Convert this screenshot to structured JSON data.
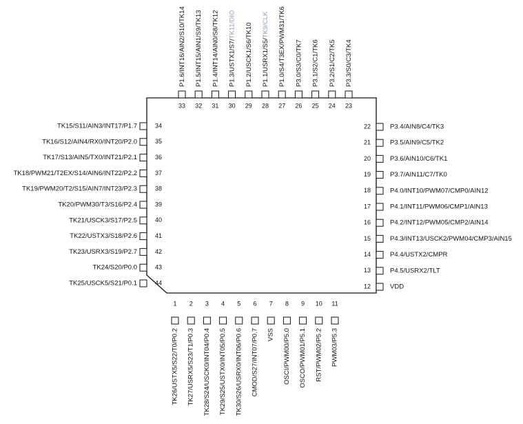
{
  "colors": {
    "line": "#111111",
    "text": "#111111",
    "highlight_text": "#8aa0b8",
    "background": "#ffffff"
  },
  "pins_left": [
    {
      "num": "34",
      "label": "TK15/S11/AIN3/INT17/P1.7"
    },
    {
      "num": "35",
      "label": "TK16/S12/AIN4/RX0/INT20/P2.0"
    },
    {
      "num": "36",
      "label": "TK17/S13/AIN5/TX0/INT21/P2.1"
    },
    {
      "num": "37",
      "label": "TK18/PWM21/T2EX/S14/AIN6/INT22/P2.2"
    },
    {
      "num": "38",
      "label": "TK19/PWM20/T2/S15/AIN7/INT23/P2.3"
    },
    {
      "num": "39",
      "label": "TK20/PWM30/T3/S16/P2.4"
    },
    {
      "num": "40",
      "label": "TK21/USCK3/S17/P2.5"
    },
    {
      "num": "41",
      "label": "TK22/USTX3/S18/P2.6"
    },
    {
      "num": "42",
      "label": "TK23/USRX3/S19/P2.7"
    },
    {
      "num": "43",
      "label": "TK24/S20/P0.0"
    },
    {
      "num": "44",
      "label": "TK25/USCK5/S21/P0.1"
    }
  ],
  "pins_right": [
    {
      "num": "22",
      "label": "P3.4/AIN8/C4/TK3"
    },
    {
      "num": "21",
      "label": "P3.5/AIN9/C5/TK2"
    },
    {
      "num": "20",
      "label": "P3.6/AIN10/C6/TK1"
    },
    {
      "num": "19",
      "label": "P3.7/AIN11/C7/TK0"
    },
    {
      "num": "18",
      "label": "P4.0/INT10/PWM07/CMP0/AIN12"
    },
    {
      "num": "17",
      "label": "P4.1/INT11/PWM06/CMP1/AIN13"
    },
    {
      "num": "16",
      "label": "P4.2/INT12/PWM05/CMP2/AIN14"
    },
    {
      "num": "15",
      "label": "P4.3/INT13/USCK2/PWM04/CMP3/AIN15"
    },
    {
      "num": "14",
      "label": "P4.4/USTX2/CMPR"
    },
    {
      "num": "13",
      "label": "P4.5/USRX2/TLT"
    },
    {
      "num": "12",
      "label": "VDD"
    }
  ],
  "pins_top": [
    {
      "num": "33",
      "parts": [
        {
          "text": "P1.6/INT16/AIN2/S10/TK14",
          "hl": false
        }
      ]
    },
    {
      "num": "32",
      "parts": [
        {
          "text": "P1.5/INT15/AIN1/S9/TK13",
          "hl": false
        }
      ]
    },
    {
      "num": "31",
      "parts": [
        {
          "text": "P1.4/INT14/AIN0/S8/TK12",
          "hl": false
        }
      ]
    },
    {
      "num": "30",
      "parts": [
        {
          "text": "P1.3/USTX1/S7/",
          "hl": false
        },
        {
          "text": "TK11/DIO",
          "hl": true
        }
      ]
    },
    {
      "num": "29",
      "parts": [
        {
          "text": "P1.2/USCK1/S6/TK10",
          "hl": false
        }
      ]
    },
    {
      "num": "28",
      "parts": [
        {
          "text": "P1.1/USRX1/S5/",
          "hl": false
        },
        {
          "text": "TK9/CLK",
          "hl": true
        }
      ]
    },
    {
      "num": "27",
      "parts": [
        {
          "text": "P1.0/S4/T3EX/PWM31/TK6",
          "hl": false
        }
      ]
    },
    {
      "num": "26",
      "parts": [
        {
          "text": "P3.0/S3/C0/TK7",
          "hl": false
        }
      ]
    },
    {
      "num": "25",
      "parts": [
        {
          "text": "P3.1/S2/C1/TK6",
          "hl": false
        }
      ]
    },
    {
      "num": "24",
      "parts": [
        {
          "text": "P3.2/S1/C2/TK5",
          "hl": false
        }
      ]
    },
    {
      "num": "23",
      "parts": [
        {
          "text": "P3.3/S0/C3/TK4",
          "hl": false
        }
      ]
    }
  ],
  "pins_bottom": [
    {
      "num": "1",
      "label": "TK26/USTX5/S22/T0/P0.2"
    },
    {
      "num": "2",
      "label": "TK27/USRX5/S23/T1/P0.3"
    },
    {
      "num": "3",
      "label": "TK28/S24/USCK0/INT04/P0.4"
    },
    {
      "num": "4",
      "label": "TK29/S25/USTX0/INT05/P0.5"
    },
    {
      "num": "5",
      "label": "TK30/S26/USRX0/INT06/P0.6"
    },
    {
      "num": "6",
      "label": "CMOD/S27/INT07/P0.7"
    },
    {
      "num": "7",
      "label": "VSS"
    },
    {
      "num": "8",
      "label": "OSCI/PWM00/P5.0"
    },
    {
      "num": "9",
      "label": "OSCO/PWM01/P5.1"
    },
    {
      "num": "10",
      "label": "RST/PWM02/P5.2"
    },
    {
      "num": "11",
      "label": "PWM03/P5.3"
    }
  ]
}
